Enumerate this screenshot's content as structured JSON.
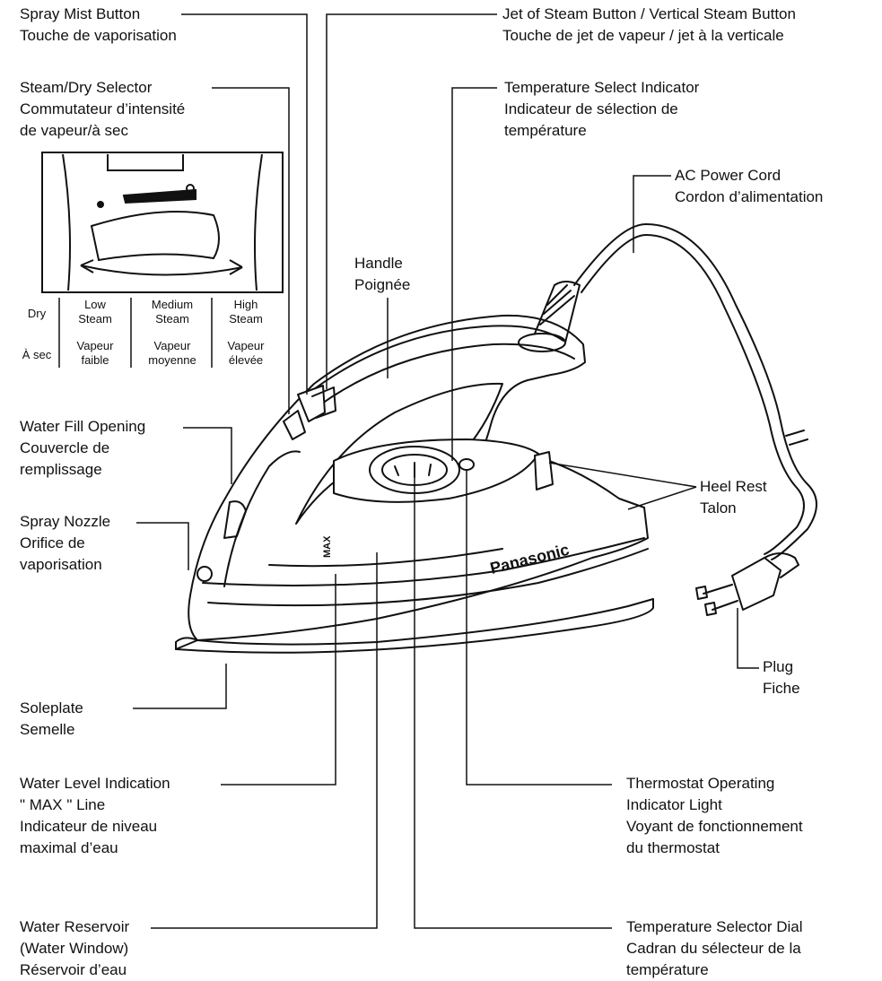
{
  "labels": {
    "spray_mist": [
      "Spray Mist Button",
      "Touche de vaporisation"
    ],
    "jet_steam": [
      "Jet of Steam Button / Vertical Steam Button",
      "Touche de jet de vapeur / jet à la verticale"
    ],
    "steam_dry": [
      "Steam/Dry Selector",
      "Commutateur d’intensité",
      "de vapeur/à sec"
    ],
    "temp_indicator": [
      "Temperature Select Indicator",
      "Indicateur de sélection de",
      "température"
    ],
    "power_cord": [
      "AC Power Cord",
      "Cordon d’alimentation"
    ],
    "handle": [
      "Handle",
      "Poignée"
    ],
    "water_fill": [
      "Water Fill Opening",
      "Couvercle de",
      "remplissage"
    ],
    "heel_rest": [
      "Heel Rest",
      "Talon"
    ],
    "spray_nozzle": [
      "Spray Nozzle",
      "Orifice de",
      "vaporisation"
    ],
    "plug": [
      "Plug",
      "Fiche"
    ],
    "soleplate": [
      "Soleplate",
      "Semelle"
    ],
    "water_level": [
      "Water Level Indication",
      "\" MAX \" Line",
      "Indicateur de niveau",
      "maximal d’eau"
    ],
    "thermostat": [
      "Thermostat Operating",
      "Indicator Light",
      "Voyant de fonctionnement",
      "du thermostat"
    ],
    "reservoir": [
      "Water Reservoir",
      "(Water Window)",
      "Réservoir d’eau"
    ],
    "temp_dial": [
      "Temperature Selector Dial",
      "Cadran du sélecteur de la",
      "température"
    ]
  },
  "selector_table": {
    "row1_first": "Dry",
    "row1": [
      [
        "Low",
        "Steam"
      ],
      [
        "Medium",
        "Steam"
      ],
      [
        "High",
        "Steam"
      ]
    ],
    "row2_first": "À sec",
    "row2": [
      [
        "Vapeur",
        "faible"
      ],
      [
        "Vapeur",
        "moyenne"
      ],
      [
        "Vapeur",
        "élevée"
      ]
    ]
  },
  "brand": "Panasonic",
  "max_mark": "MAX"
}
